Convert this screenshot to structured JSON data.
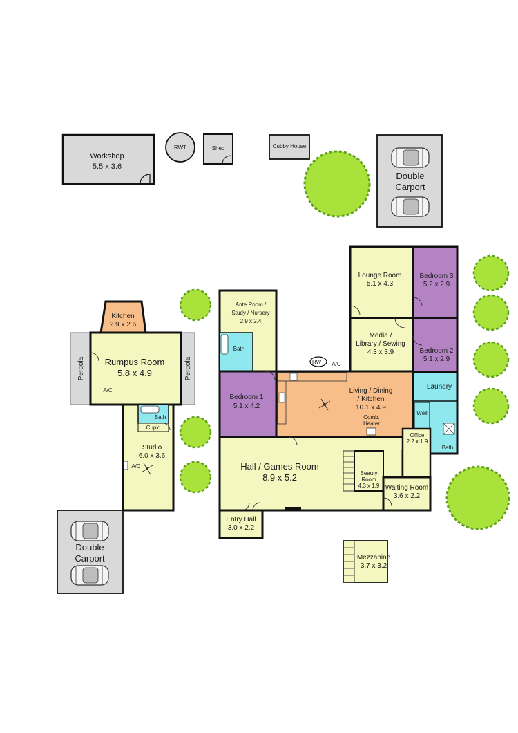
{
  "colors": {
    "yellow": "#f5f7c0",
    "orange": "#f8be8a",
    "purple": "#b383c4",
    "cyan": "#8ee8ee",
    "grey": "#d9d9d9",
    "wall": "#111111",
    "tree": "#a8e23a",
    "tree_edge": "#5fa01c"
  },
  "rooms": {
    "workshop": {
      "name": "Workshop",
      "dims": "5.5 x 3.6"
    },
    "rwt_top": {
      "name": "RWT"
    },
    "shed": {
      "name": "Shed"
    },
    "cubby": {
      "name": "Cubby House"
    },
    "carport_top": {
      "name1": "Double",
      "name2": "Carport"
    },
    "lounge": {
      "name": "Lounge Room",
      "dims": "5.1 x 4.3"
    },
    "bed3": {
      "name": "Bedroom 3",
      "dims": "5.2 x 2.9"
    },
    "media": {
      "name1": "Media /",
      "name2": "Library / Sewing",
      "dims": "4.3 x 3.9"
    },
    "bed2": {
      "name": "Bedroom 2",
      "dims": "5.1 x 2.9"
    },
    "laundry": {
      "name": "Laundry"
    },
    "well": {
      "name": "Well"
    },
    "bath_right": {
      "name": "Bath"
    },
    "ante": {
      "name1": "Ante Room /",
      "name2": "Study / Nursery",
      "dims": "2.9 x 2.4"
    },
    "bath_ante": {
      "name": "Bath"
    },
    "rwt_mid": {
      "name": "RWT"
    },
    "ac_mid": {
      "name": "A/C"
    },
    "bed1": {
      "name": "Bedroom 1",
      "dims": "5.1 x 4.2"
    },
    "living": {
      "name1": "Living / Dining",
      "name2": "/ Kitchen",
      "dims": "10.1 x 4.9"
    },
    "heater": {
      "name1": "Comb.",
      "name2": "Heater"
    },
    "kitchen": {
      "name": "Kitchen",
      "dims": "2.9 x 2.6"
    },
    "rumpus": {
      "name": "Rumpus Room",
      "dims": "5.8 x 4.9"
    },
    "pergola_left": {
      "name": "Pergola"
    },
    "pergola_right": {
      "name": "Pergola"
    },
    "ac_rumpus": {
      "name": "A/C"
    },
    "bath_studio": {
      "name": "Bath"
    },
    "cupd": {
      "name": "Cup'd"
    },
    "studio": {
      "name": "Studio",
      "dims": "6.0 x 3.6"
    },
    "ac_studio": {
      "name": "A/C"
    },
    "hall": {
      "name": "Hall / Games Room",
      "dims": "8.9 x 5.2"
    },
    "beauty": {
      "name1": "Beauty",
      "name2": "Room",
      "dims": "4.3 x 1.9"
    },
    "office": {
      "name": "Office",
      "dims": "2.2 x 1.9"
    },
    "waiting": {
      "name": "Waiting Room",
      "dims": "3.6 x 2.2"
    },
    "entry": {
      "name": "Entry Hall",
      "dims": "3.0 x 2.2"
    },
    "carport_bottom": {
      "name1": "Double",
      "name2": "Carport"
    },
    "mezzanine": {
      "name": "Mezzanine",
      "dims": "3.7 x 3.2"
    }
  }
}
